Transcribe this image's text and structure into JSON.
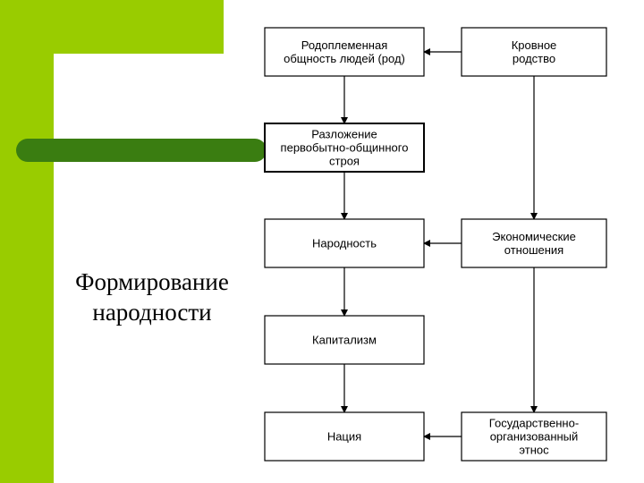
{
  "slide": {
    "title_line1": "Формирование",
    "title_line2": "народности",
    "accent_green": "#99cc00",
    "accent_dark_green": "#3a7d11"
  },
  "diagram": {
    "left_column": [
      {
        "id": "rod",
        "lines": [
          "Родоплеменная",
          "общность людей (род)"
        ]
      },
      {
        "id": "razlozhenie",
        "lines": [
          "Разложение",
          "первобытно-общинного",
          "строя"
        ]
      },
      {
        "id": "narodnost",
        "lines": [
          "Народность"
        ]
      },
      {
        "id": "kapitalizm",
        "lines": [
          "Капитализм"
        ]
      },
      {
        "id": "natsiya",
        "lines": [
          "Нация"
        ]
      }
    ],
    "right_column": [
      {
        "id": "krovnoe",
        "lines": [
          "Кровное",
          "родство"
        ]
      },
      {
        "id": "ekonomicheskie",
        "lines": [
          "Экономические",
          "отношения"
        ]
      },
      {
        "id": "gosudarstvenno",
        "lines": [
          "Государственно-",
          "организованный",
          "этнос"
        ]
      }
    ],
    "edges": [
      {
        "from": "krovnoe",
        "to": "rod"
      },
      {
        "from": "rod",
        "to": "razlozhenie"
      },
      {
        "from": "razlozhenie",
        "to": "narodnost"
      },
      {
        "from": "narodnost",
        "to": "kapitalizm"
      },
      {
        "from": "kapitalizm",
        "to": "natsiya"
      },
      {
        "from": "krovnoe",
        "to": "ekonomicheskie"
      },
      {
        "from": "ekonomicheskie",
        "to": "narodnost"
      },
      {
        "from": "ekonomicheskie",
        "to": "gosudarstvenno"
      },
      {
        "from": "gosudarstvenno",
        "to": "natsiya"
      }
    ]
  }
}
